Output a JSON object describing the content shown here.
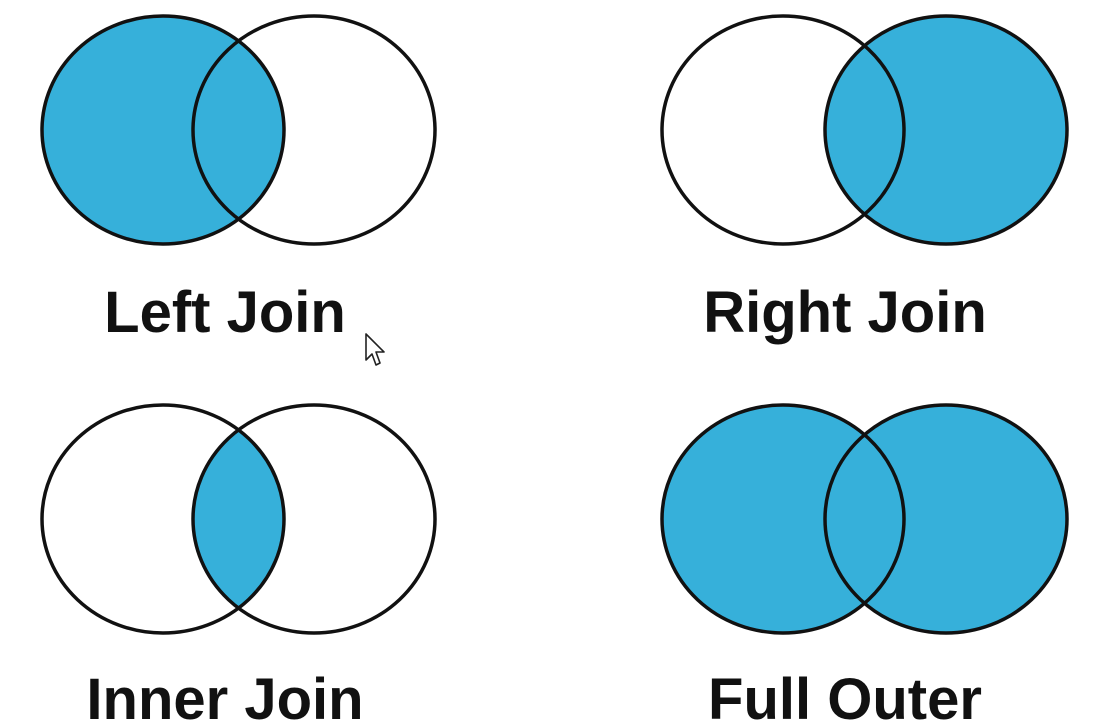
{
  "colors": {
    "fill": "#36B0DA",
    "stroke": "#111111",
    "background": "#FFFFFF"
  },
  "diagrams": [
    {
      "key": "left",
      "label": "Left Join",
      "shaded": [
        "left_only",
        "overlap"
      ]
    },
    {
      "key": "right",
      "label": "Right Join",
      "shaded": [
        "overlap",
        "right_only"
      ]
    },
    {
      "key": "inner",
      "label": "Inner Join",
      "shaded": [
        "overlap"
      ]
    },
    {
      "key": "full",
      "label": "Full Outer",
      "shaded": [
        "left_only",
        "overlap",
        "right_only"
      ]
    }
  ],
  "cursor": {
    "icon": "mouse-pointer-icon"
  }
}
